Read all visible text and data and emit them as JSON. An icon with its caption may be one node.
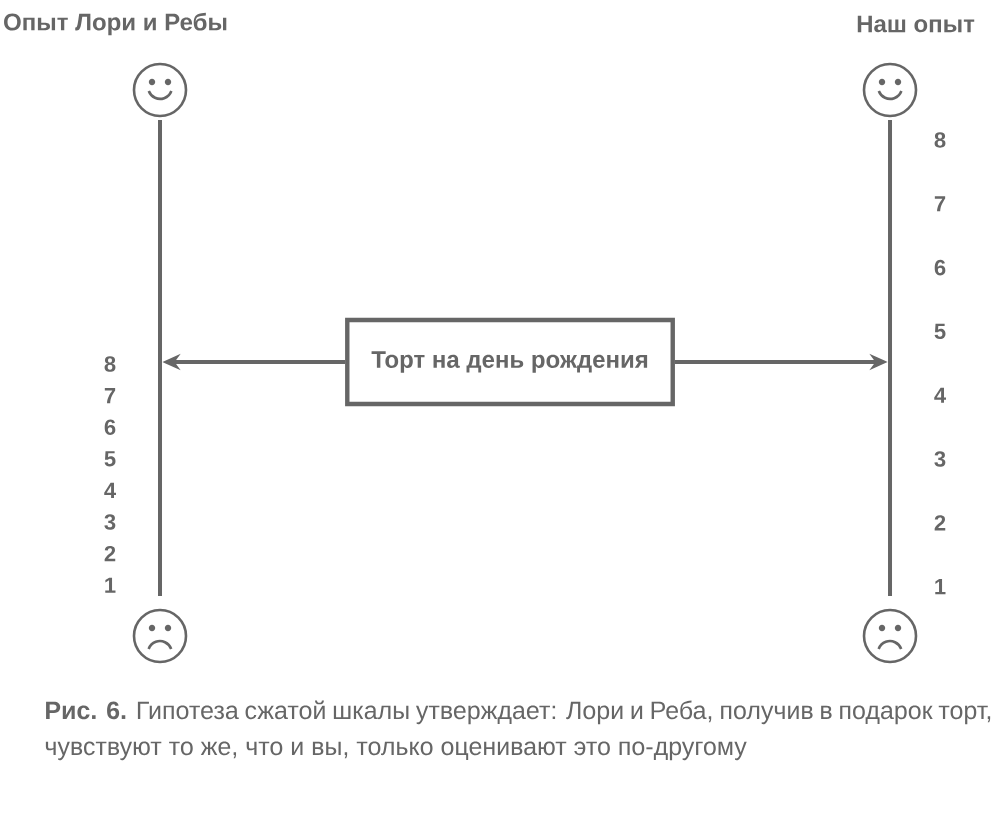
{
  "diagram": {
    "caption": "**Рис. 6.** Гипотеза сжатой шкалы утверждает: Лори и Реба, получив в подарок торт, чувствуют то же, что и вы, только оценивают это по-другому",
    "nodes": [
      {
        "text": [
          "Торт на день рождения"
        ]
      },
      {
        "text": [],
        "shape": "bar"
      },
      {
        "text": [],
        "shape": "bar"
      }
    ],
    "edges": [
      {
        "from": 0,
        "to": 1,
        "arrow": "to"
      },
      {
        "from": 0,
        "to": 2,
        "arrow": "to"
      }
    ],
    "labels": [
      "Опыт Лори и Ребы",
      "Наш опыт",
      "8",
      "7",
      "6",
      "5",
      "4",
      "3",
      "2",
      "1",
      "8",
      "7",
      "6",
      "5",
      "4",
      "3",
      "2",
      "1"
    ]
  }
}
